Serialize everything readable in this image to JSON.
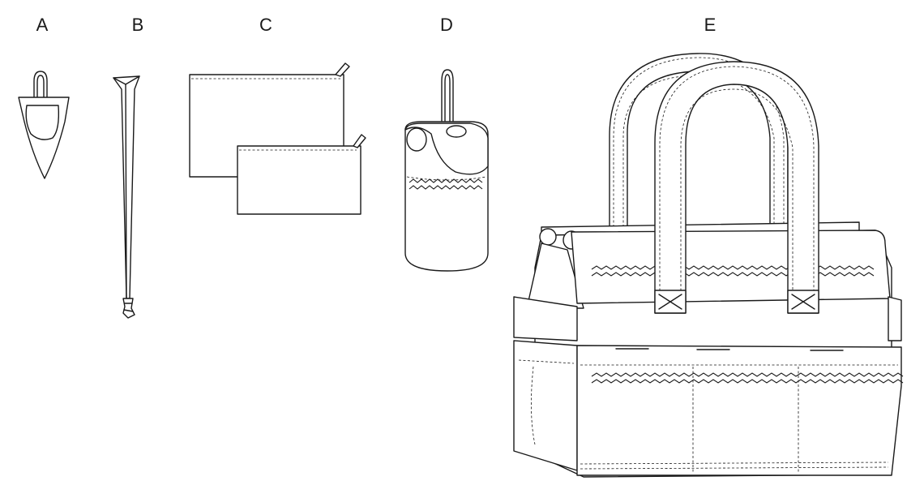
{
  "views": [
    {
      "letter": "A",
      "icon": "hanging-pouch"
    },
    {
      "letter": "B",
      "icon": "strap-tie"
    },
    {
      "letter": "C",
      "icon": "zipper-pouches"
    },
    {
      "letter": "D",
      "icon": "bottle-holder"
    },
    {
      "letter": "E",
      "icon": "tote-bag"
    }
  ],
  "colors": {
    "line": "#1a1a1a",
    "background": "#ffffff"
  }
}
